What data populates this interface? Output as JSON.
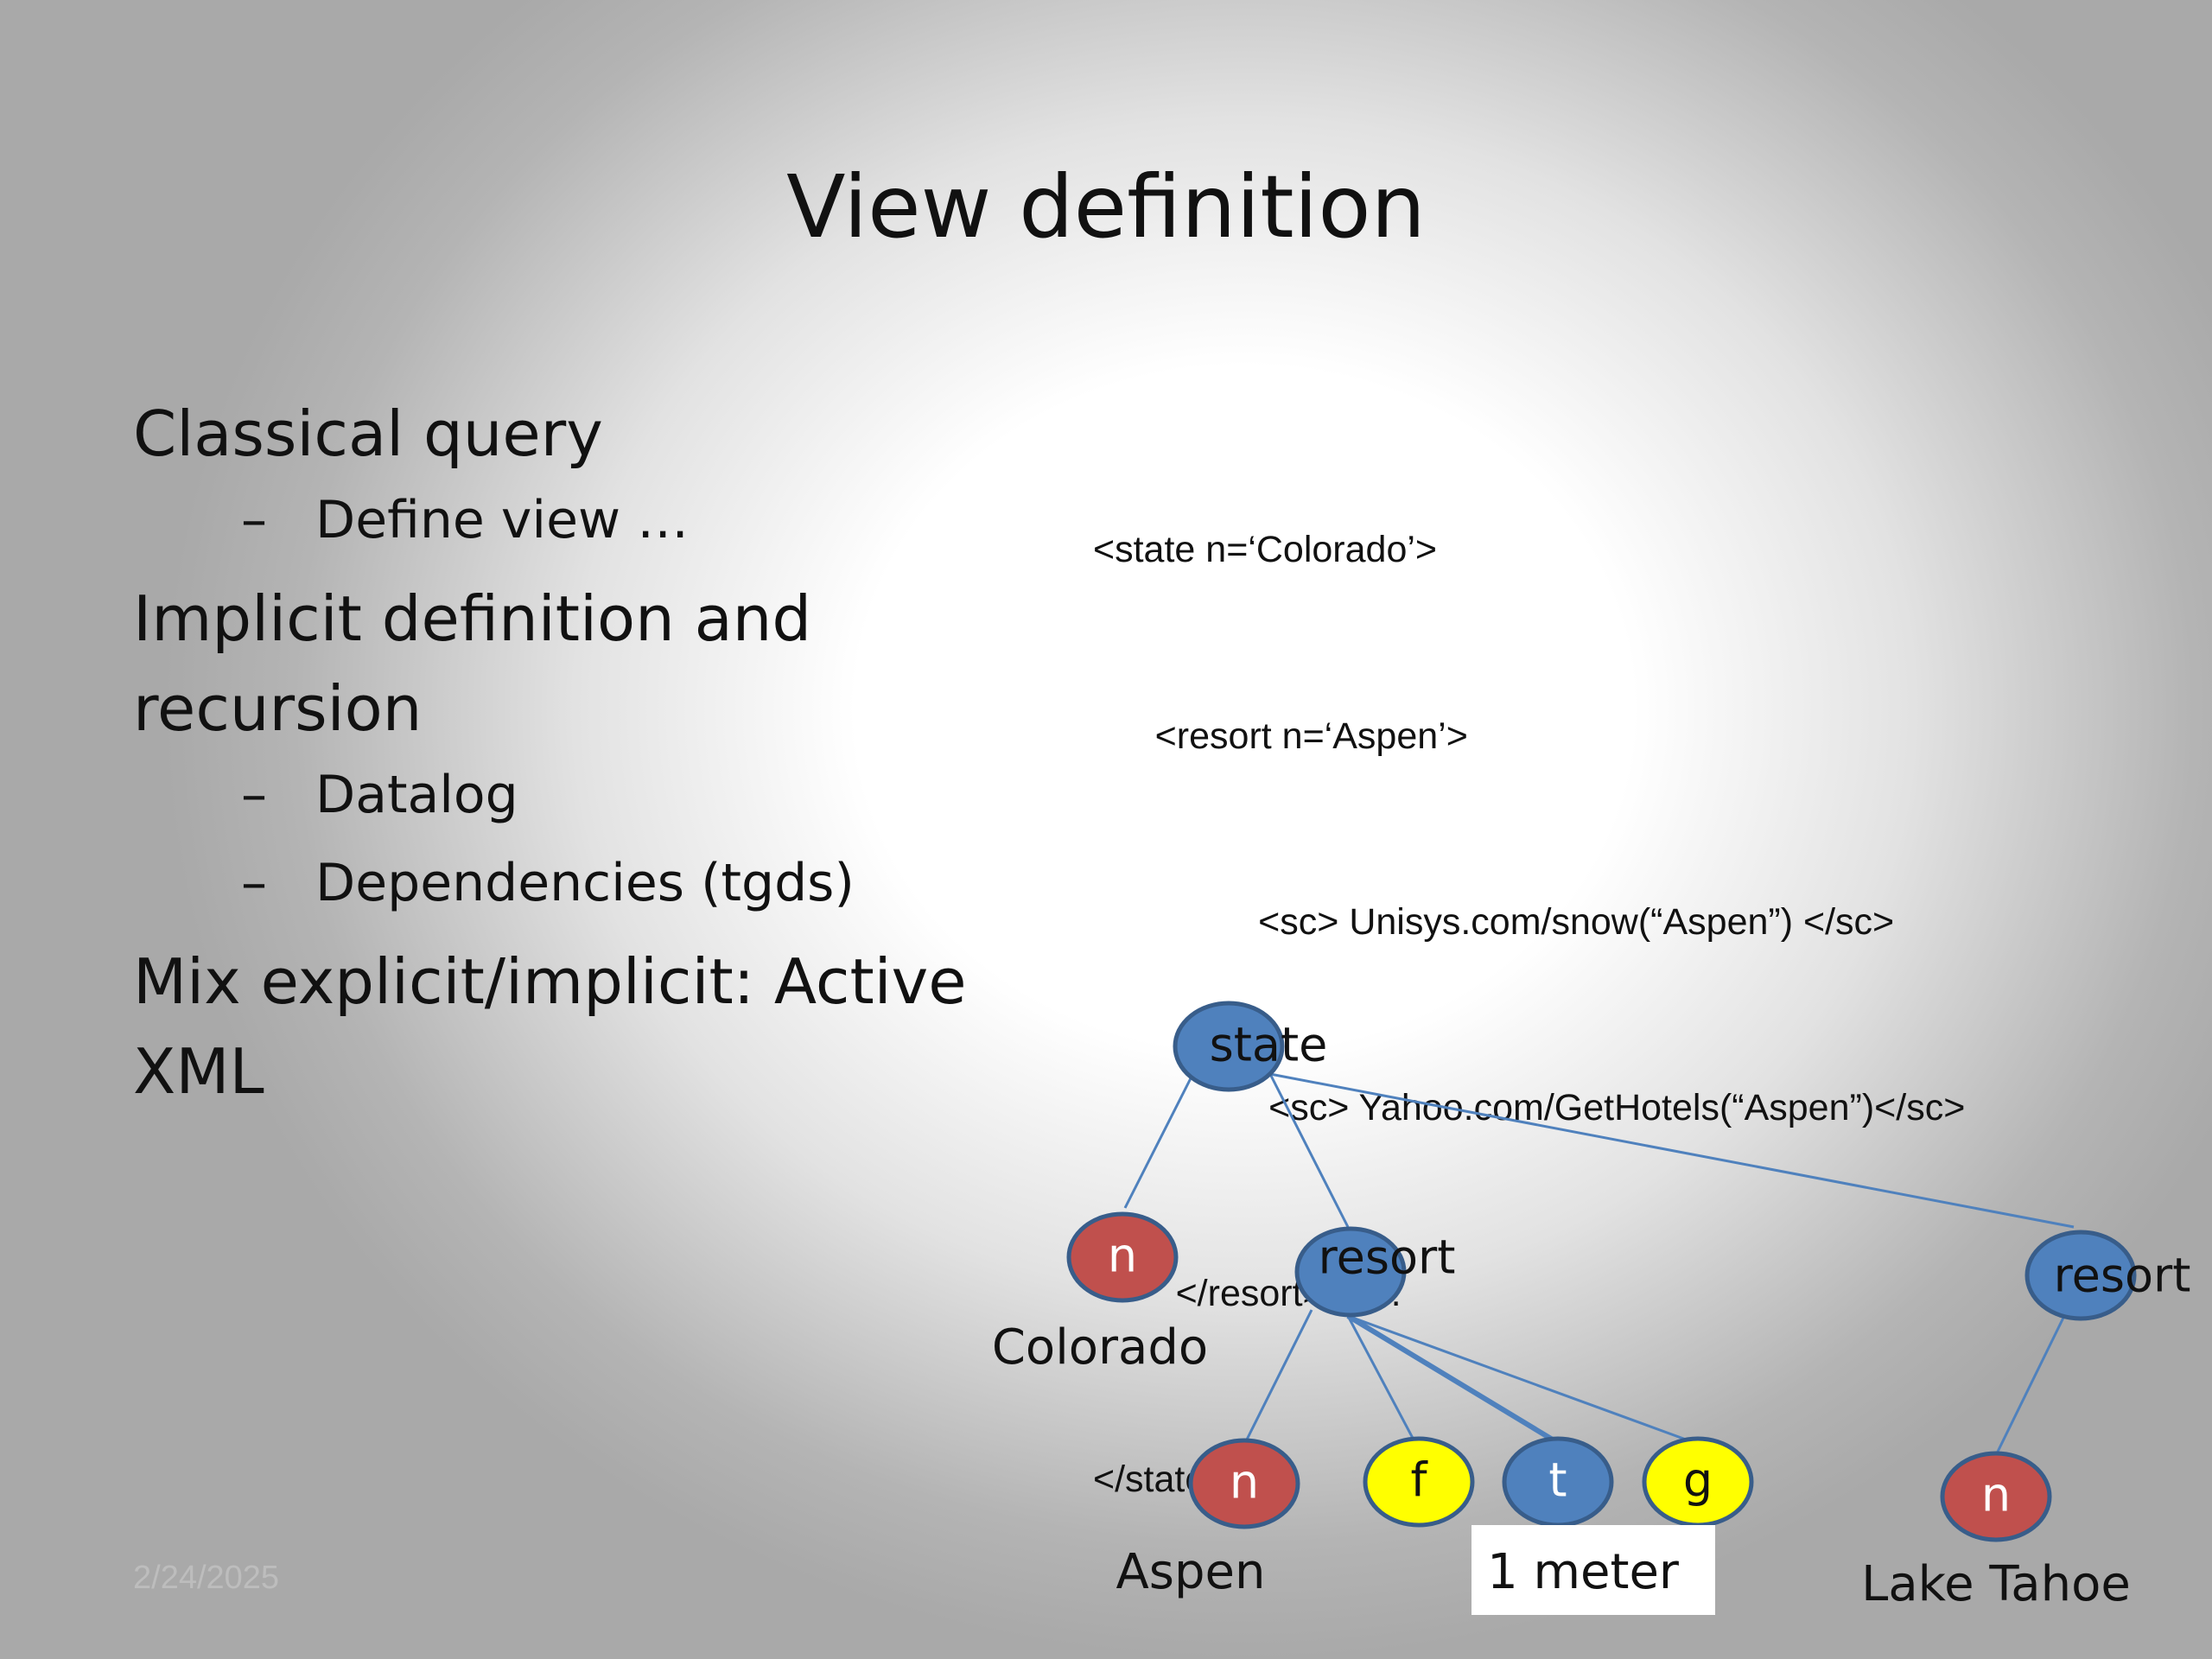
{
  "slide": {
    "title": "View definition",
    "date": "2/24/2025"
  },
  "bullets": [
    {
      "level": 1,
      "text": "Classical query"
    },
    {
      "level": 2,
      "text": "Define view …"
    },
    {
      "level": 1,
      "text": "Implicit definition and recursion"
    },
    {
      "level": 2,
      "text": "Datalog"
    },
    {
      "level": 2,
      "text": "Dependencies (tgds)"
    },
    {
      "level": 1,
      "text": "Mix explicit/implicit: Active XML"
    }
  ],
  "dash_glyph": "–",
  "code_lines": [
    "<state n=‘Colorado’>",
    "      <resort n=‘Aspen’>",
    "                <sc> Unisys.com/snow(“Aspen”) </sc>",
    "                 <sc> Yahoo.com/GetHotels(“Aspen”)</sc>",
    "        </resort>    …",
    "</state>"
  ],
  "tree": {
    "colors": {
      "blue": "#4f81bd",
      "red": "#c0504d",
      "yellow": "#ffff00",
      "stroke": "#385d8a",
      "edge": "#4f81bd"
    },
    "nodes": {
      "state": {
        "label": "state",
        "color": "blue"
      },
      "n_colorado": {
        "label": "n",
        "color": "red"
      },
      "resort_aspen": {
        "label": "resort",
        "color": "blue"
      },
      "resort_tahoe": {
        "label": "resort",
        "color": "blue"
      },
      "n_aspen": {
        "label": "n",
        "color": "red"
      },
      "f": {
        "label": "f",
        "color": "yellow"
      },
      "t": {
        "label": "t",
        "color": "blue"
      },
      "g": {
        "label": "g",
        "color": "yellow"
      },
      "n_tahoe": {
        "label": "n",
        "color": "red"
      }
    },
    "leaf_labels": {
      "colorado": "Colorado",
      "aspen": "Aspen",
      "meter": "1 meter",
      "tahoe": "Lake Tahoe"
    }
  }
}
